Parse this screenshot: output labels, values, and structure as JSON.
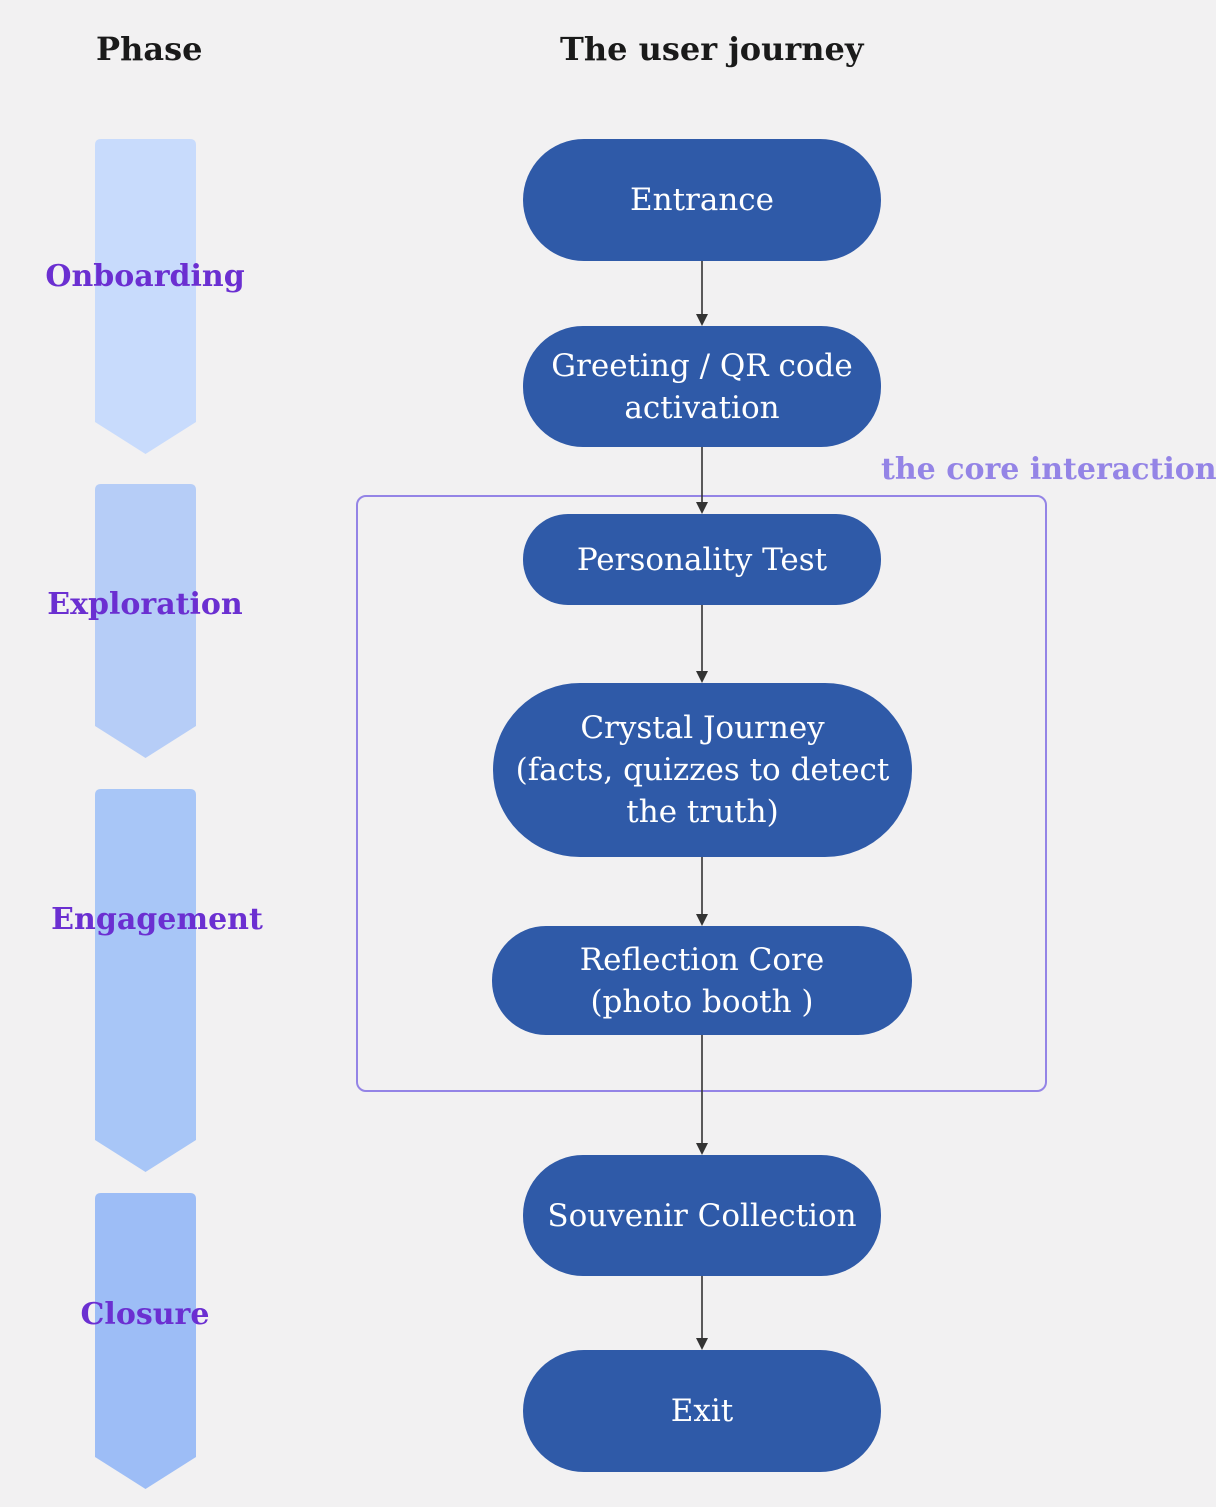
{
  "headers": {
    "phase": "Phase",
    "journey": "The user journey"
  },
  "phases": [
    {
      "label": "Onboarding",
      "color": "#c8dbfc"
    },
    {
      "label": "Exploration",
      "color": "#b6cdf7"
    },
    {
      "label": "Engagement",
      "color": "#a8c6f7"
    },
    {
      "label": "Closure",
      "color": "#9dbdf6"
    }
  ],
  "steps": [
    {
      "label": "Entrance"
    },
    {
      "label": "Greeting / QR code\nactivation"
    },
    {
      "label": "Personality Test"
    },
    {
      "label": "Crystal Journey\n(facts, quizzes to detect\nthe truth)"
    },
    {
      "label": "Reflection Core\n(photo booth )"
    },
    {
      "label": "Souvenir Collection"
    },
    {
      "label": "Exit"
    }
  ],
  "group": {
    "label": "the core interaction",
    "color": "#9484e6"
  },
  "colors": {
    "node_fill": "#2f5aa8",
    "phase_text": "#6b2fd1",
    "arrow": "#333333",
    "background": "#f2f1f2"
  }
}
